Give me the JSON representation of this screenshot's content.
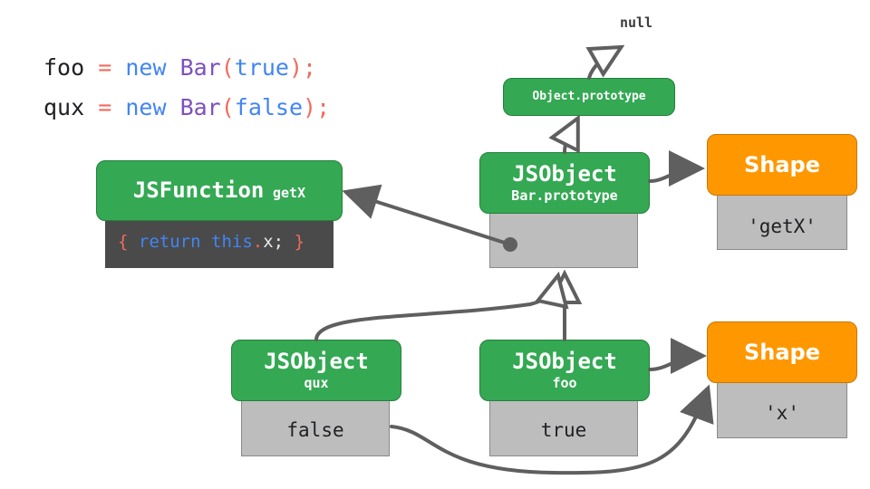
{
  "code": {
    "line1": {
      "var": "foo",
      "eq": "=",
      "new": "new",
      "cls": "Bar",
      "open": "(",
      "arg": "true",
      "close": ");"
    },
    "line2": {
      "var": "qux",
      "eq": "=",
      "new": "new",
      "cls": "Bar",
      "open": "(",
      "arg": "false",
      "close": ");"
    }
  },
  "null_label": "null",
  "object_prototype": "Object.prototype",
  "jsfunction": {
    "title": "JSFunction",
    "subtitle": "getX",
    "body": {
      "open": "{",
      "ret": "return",
      "this": "this",
      "dot": ".",
      "prop": "x",
      "semi": ";",
      "close": "}"
    }
  },
  "bar_prototype": {
    "title": "JSObject",
    "subtitle": "Bar.prototype"
  },
  "shape_top": {
    "title": "Shape",
    "property": "'getX'"
  },
  "qux_object": {
    "title": "JSObject",
    "subtitle": "qux",
    "value": "false"
  },
  "foo_object": {
    "title": "JSObject",
    "subtitle": "foo",
    "value": "true"
  },
  "shape_bottom": {
    "title": "Shape",
    "property": "'x'"
  },
  "colors": {
    "object_green": "#34a853",
    "shape_orange": "#ff9800",
    "slot_gray": "#bdbdbd",
    "arrow_gray": "#5f5f5f",
    "code_keyword": "#4285f4",
    "code_class": "#7e4fc0",
    "code_operator": "#ef6c5e"
  }
}
